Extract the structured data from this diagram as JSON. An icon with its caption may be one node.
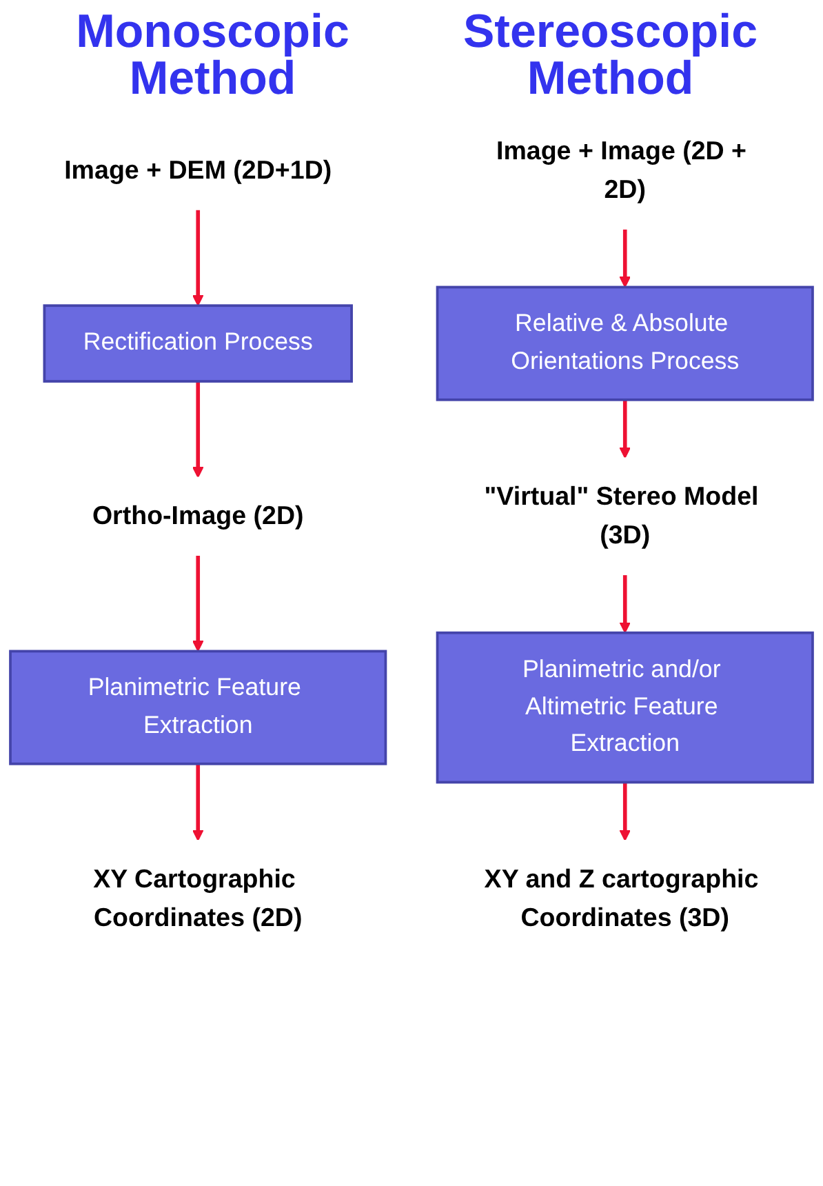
{
  "diagram": {
    "nodes": [
      {
        "text": [
          "Image + DEM (2D+1D)"
        ]
      },
      {
        "text": [
          "Rectification Process"
        ]
      },
      {
        "text": [
          "Ortho-Image (2D)"
        ]
      },
      {
        "text": [
          "Planimetric Feature Extraction"
        ]
      },
      {
        "text": [
          "XY Cartographic Coordinates (2D)"
        ]
      },
      {
        "text": [
          "Image + Image (2D + 2D)"
        ]
      },
      {
        "text": [
          "Relative & Absolute Orientations Process"
        ]
      },
      {
        "text": [
          "\"Virtual\" Stereo Model (3D)"
        ]
      },
      {
        "text": [
          "Planimetric and/or Altimetric Feature Extraction"
        ]
      },
      {
        "text": [
          "XY and Z cartographic Coordinates (3D)"
        ]
      }
    ],
    "edges": [
      {
        "from": 0,
        "to": 1,
        "arrow": "to"
      },
      {
        "from": 1,
        "to": 2,
        "arrow": "to"
      },
      {
        "from": 2,
        "to": 3,
        "arrow": "to"
      },
      {
        "from": 3,
        "to": 4,
        "arrow": "to"
      },
      {
        "from": 5,
        "to": 6,
        "arrow": "to"
      },
      {
        "from": 6,
        "to": 7,
        "arrow": "to"
      },
      {
        "from": 7,
        "to": 8,
        "arrow": "to"
      },
      {
        "from": 8,
        "to": 9,
        "arrow": "to"
      }
    ],
    "labels": [
      "Monoscopic Method",
      "Stereoscopic Method"
    ]
  }
}
